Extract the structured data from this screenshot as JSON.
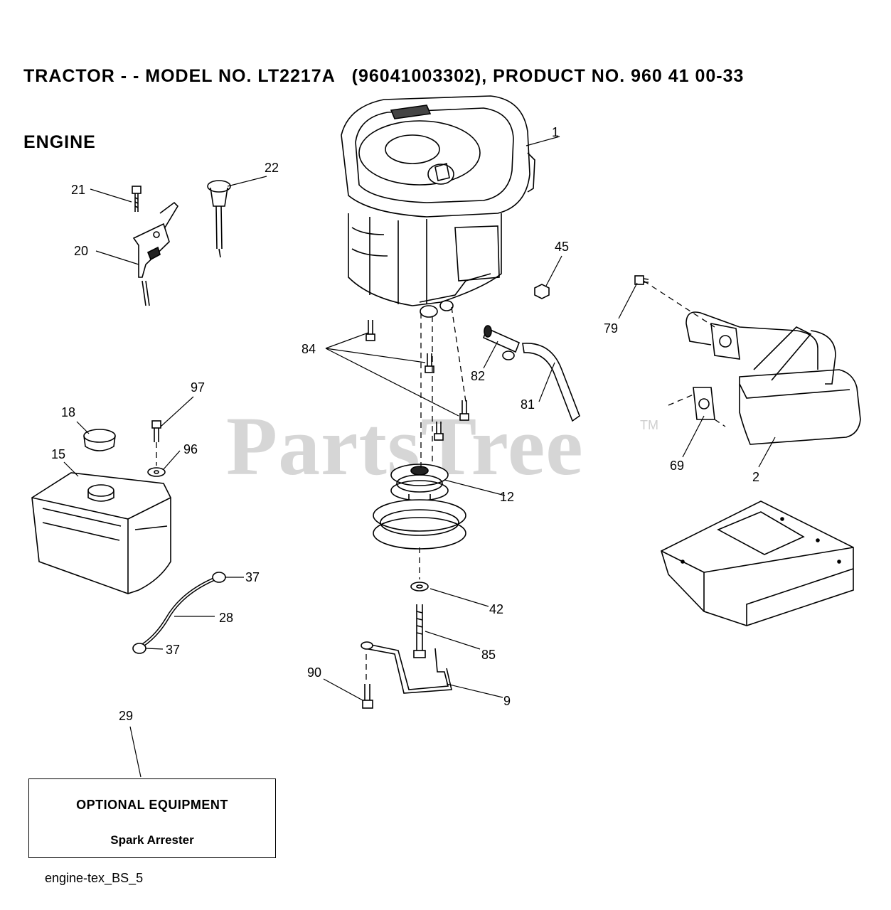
{
  "title": {
    "line1": "TRACTOR - - MODEL NO. LT2217A   (96041003302), PRODUCT NO. 960 41 00-33",
    "line2": "ENGINE"
  },
  "watermark": {
    "text": "PartsTree",
    "tm": "TM"
  },
  "callouts": {
    "c1": "1",
    "c2": "2",
    "c9": "9",
    "c12": "12",
    "c15": "15",
    "c18": "18",
    "c20": "20",
    "c21": "21",
    "c22": "22",
    "c28": "28",
    "c29": "29",
    "c37a": "37",
    "c37b": "37",
    "c42": "42",
    "c45": "45",
    "c69": "69",
    "c79": "79",
    "c81": "81",
    "c82": "82",
    "c84": "84",
    "c85": "85",
    "c90": "90",
    "c96": "96",
    "c97": "97"
  },
  "optional_box": {
    "title": "OPTIONAL EQUIPMENT",
    "subtitle": "Spark Arrester"
  },
  "footer": {
    "code": "engine-tex_BS_5"
  }
}
